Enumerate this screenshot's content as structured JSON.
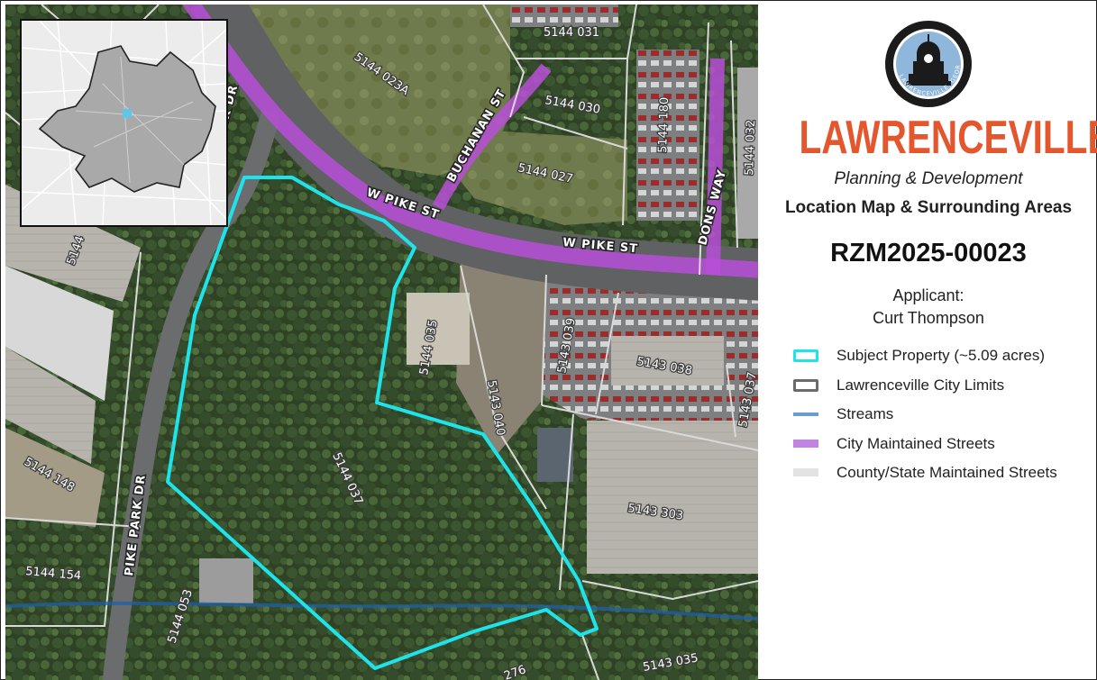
{
  "map": {
    "parcels": [
      {
        "id": "p1",
        "label": "5144 031"
      },
      {
        "id": "p2",
        "label": "5144 023A"
      },
      {
        "id": "p3",
        "label": "5144 030"
      },
      {
        "id": "p4",
        "label": "5144 180"
      },
      {
        "id": "p5",
        "label": "5144 032"
      },
      {
        "id": "p6",
        "label": "5144 027"
      },
      {
        "id": "p7",
        "label": "5144 035"
      },
      {
        "id": "p8",
        "label": "5143 039"
      },
      {
        "id": "p9",
        "label": "5143 038"
      },
      {
        "id": "p10",
        "label": "5143 037"
      },
      {
        "id": "p11",
        "label": "5143 040"
      },
      {
        "id": "p12",
        "label": "5144 037"
      },
      {
        "id": "p13",
        "label": "5144 148"
      },
      {
        "id": "p14",
        "label": "5144 154"
      },
      {
        "id": "p15",
        "label": "5144 053"
      },
      {
        "id": "p16",
        "label": "5143 303"
      },
      {
        "id": "p17",
        "label": "5143 035"
      },
      {
        "id": "p18",
        "label": "5144"
      },
      {
        "id": "p19",
        "label": "276"
      }
    ],
    "streets": [
      {
        "id": "s1",
        "label": "BUCHANAN ST"
      },
      {
        "id": "s2",
        "label": "W PIKE ST"
      },
      {
        "id": "s3",
        "label": "W PIKE ST"
      },
      {
        "id": "s4",
        "label": "DONS WAY"
      },
      {
        "id": "s5",
        "label": "PIKE PARK DR"
      },
      {
        "id": "s6",
        "label": "PIKE PARK DR"
      }
    ]
  },
  "panel": {
    "logo_text": "LAWRENCEVILLE, GEORGIA",
    "brand": "LAWRENCEVILLE",
    "department": "Planning & Development",
    "subtitle": "Location Map & Surrounding Areas",
    "case_number": "RZM2025-00023",
    "applicant_label": "Applicant:",
    "applicant_name": "Curt Thompson"
  },
  "legend": [
    {
      "id": "subject",
      "label": "Subject Property (~5.09 acres)",
      "color": "#1ee3ea"
    },
    {
      "id": "city",
      "label": "Lawrenceville City Limits",
      "color": "#6b6b6b"
    },
    {
      "id": "stream",
      "label": "Streams",
      "color": "#6a9bd1"
    },
    {
      "id": "cms",
      "label": "City Maintained Streets",
      "color": "#c184e0"
    },
    {
      "id": "county",
      "label": "County/State Maintained Streets",
      "color": "#e3e3e3"
    }
  ],
  "colors": {
    "brand": "#e4572e",
    "subject": "#1ee3ea",
    "city_street": "#b84fd8",
    "stream": "#1f5fa8",
    "parcel_line": "#d9d9d9"
  }
}
